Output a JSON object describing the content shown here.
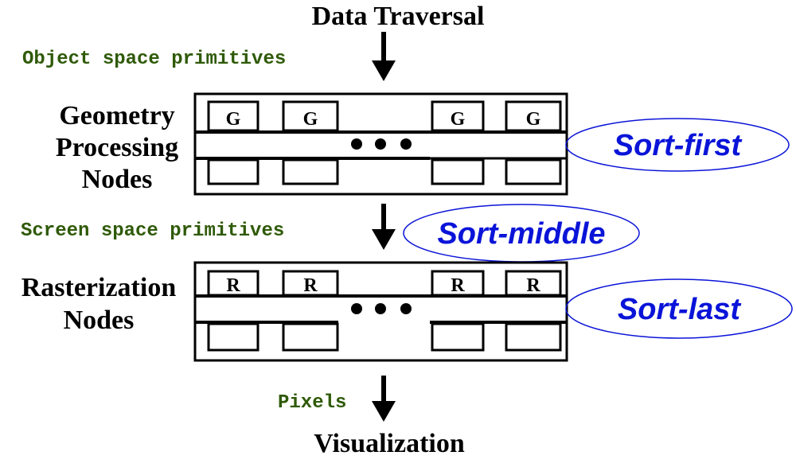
{
  "title": "Data Traversal",
  "footer": "Visualization",
  "flows": {
    "object": "Object space primitives",
    "screen": "Screen space primitives",
    "pixels": "Pixels"
  },
  "geometry": {
    "label": [
      "Geometry",
      "Processing",
      "Nodes"
    ],
    "node_letter": "G"
  },
  "raster": {
    "label": [
      "Rasterization",
      "Nodes"
    ],
    "node_letter": "R"
  },
  "sorts": {
    "first": "Sort-first",
    "middle": "Sort-middle",
    "last": "Sort-last"
  },
  "colors": {
    "flow_text": "#2f5a08",
    "sort_text": "#0a14d8",
    "ink": "#000000"
  }
}
